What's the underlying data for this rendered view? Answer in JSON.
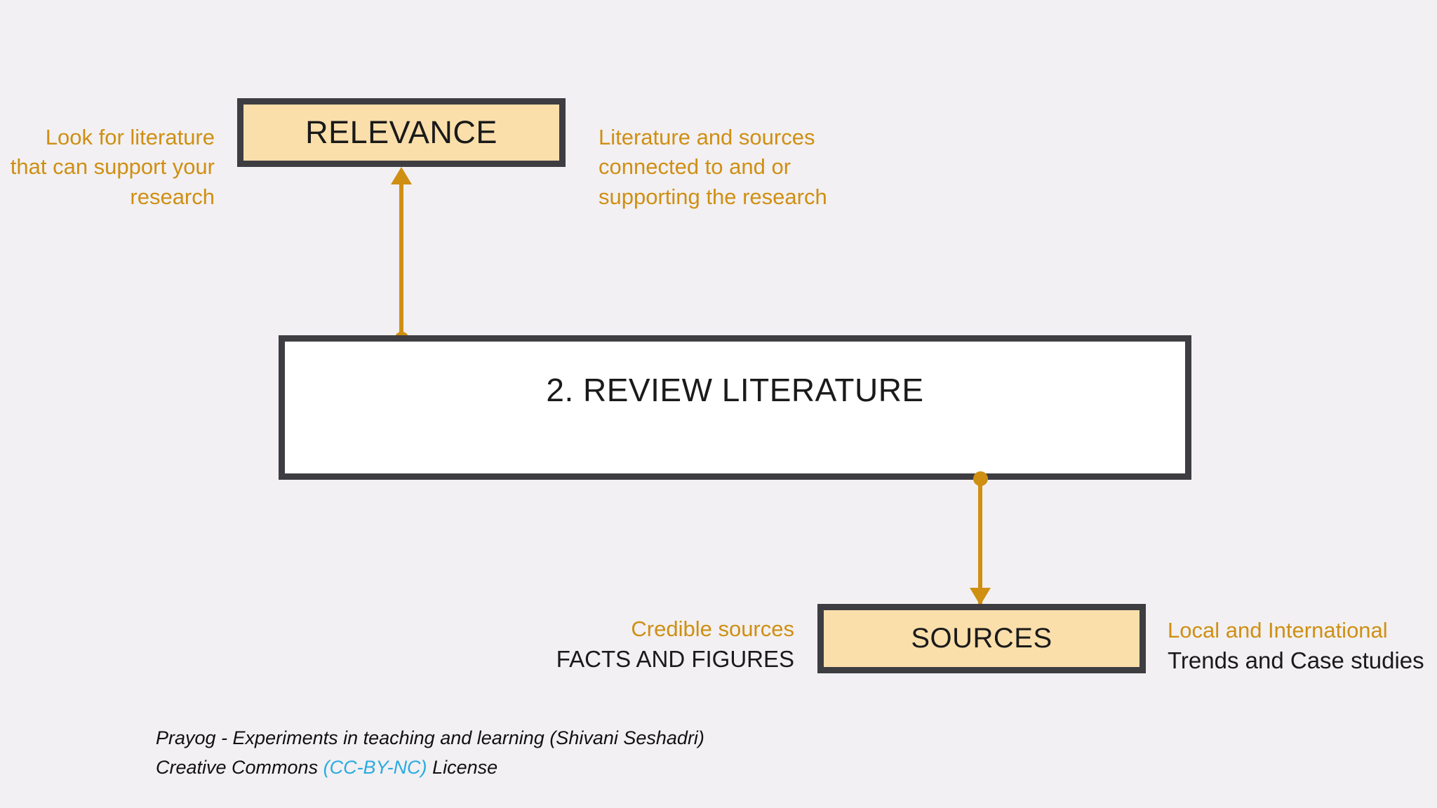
{
  "canvas": {
    "background_color": "#f2f0f2",
    "accent_color": "#cf8f13",
    "box_border_color": "#3d3d42",
    "box_fill_color": "#fadfab",
    "link_color": "#29abe2"
  },
  "nodes": {
    "relevance": {
      "label": "RELEVANCE"
    },
    "main": {
      "label": "2. REVIEW LITERATURE"
    },
    "sources": {
      "label": "SOURCES"
    }
  },
  "annotations": {
    "relevance_left": "Look for literature that can support your research",
    "relevance_right": "Literature and sources connected to and or supporting the research",
    "sources_left": {
      "line1": "Credible sources",
      "line2": "FACTS AND FIGURES"
    },
    "sources_right": {
      "line1": "Local and International",
      "line2": "Trends and Case studies"
    }
  },
  "footer": {
    "line1": "Prayog - Experiments in teaching and learning (Shivani Seshadri)",
    "line2_prefix": "Creative Commons ",
    "line2_link": "(CC-BY-NC)",
    "line2_suffix": " License"
  }
}
